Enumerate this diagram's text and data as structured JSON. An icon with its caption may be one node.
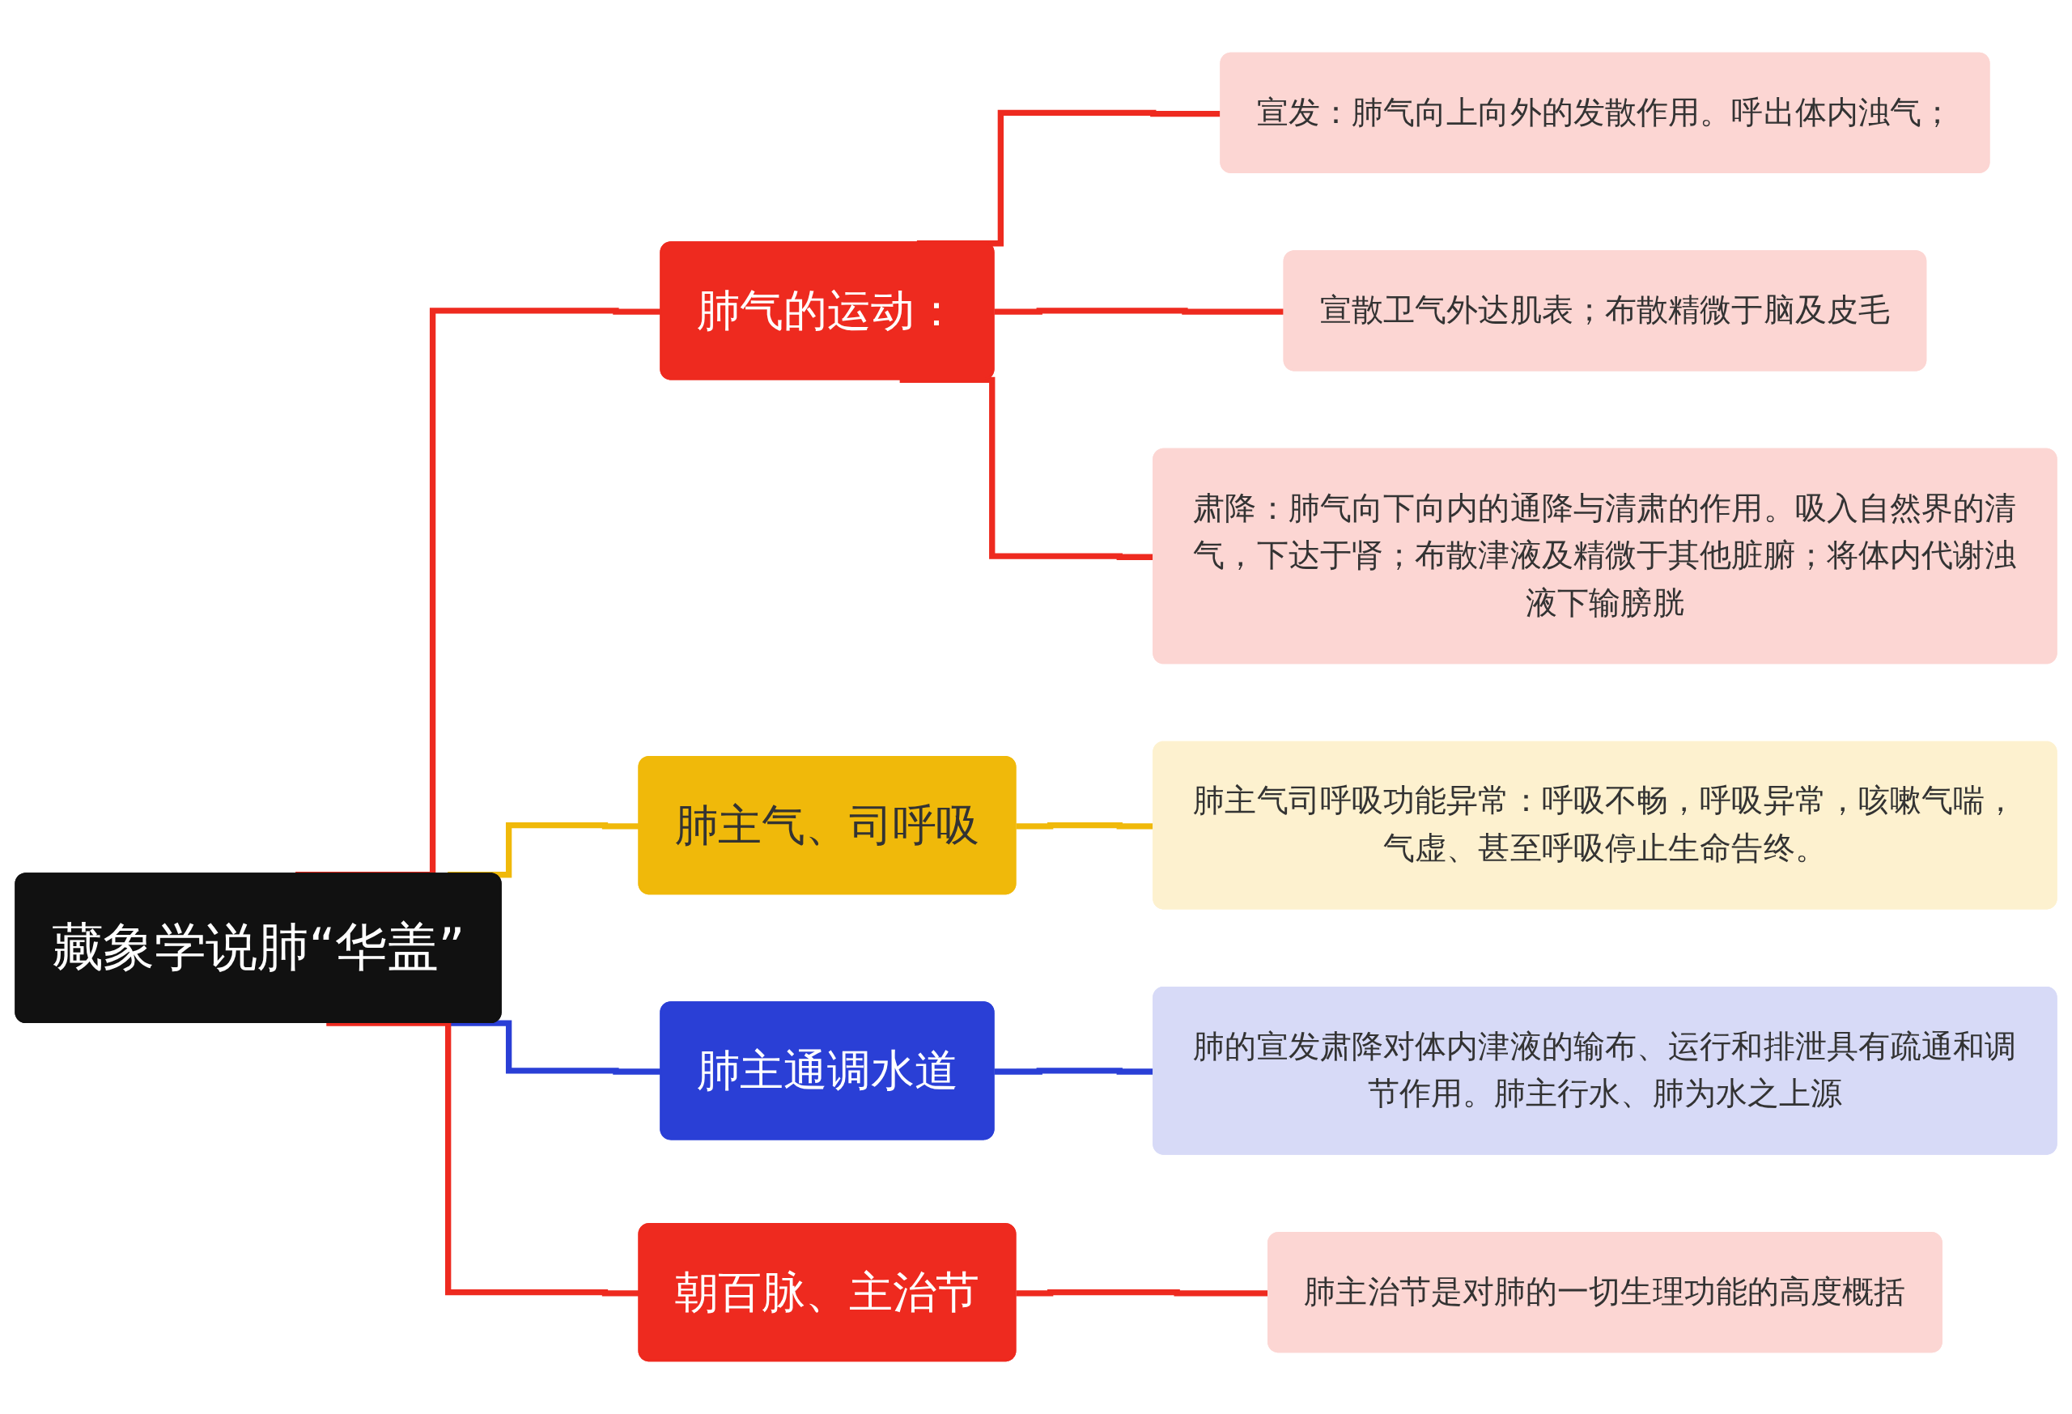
{
  "diagram": {
    "nodes": [
      {
        "text": [
          "藏象学说肺“华盖”"
        ]
      },
      {
        "text": [
          "肺气的运动："
        ]
      },
      {
        "text": [
          "宣发：肺气向上向外的发散作用。呼出体内浊气；"
        ]
      },
      {
        "text": [
          "宣散卫气外达肌表；布散精微于脑及皮毛"
        ]
      },
      {
        "text": [
          "肃降：肺气向下向内的通降与清肃的作用。吸入自然界的清气，下达于肾；布散津液及精微于其他脏腑；将体内代谢浊液下输膀胱"
        ]
      },
      {
        "text": [
          "肺主气、司呼吸"
        ]
      },
      {
        "text": [
          "肺主气司呼吸功能异常：呼吸不畅，呼吸异常，咳嗽气喘，气虚、甚至呼吸停止生命告终。"
        ]
      },
      {
        "text": [
          "肺主通调水道"
        ]
      },
      {
        "text": [
          "肺的宣发肃降对体内津液的输布、运行和排泄具有疏通和调节作用。肺主行水、肺为水之上源"
        ]
      },
      {
        "text": [
          "朝百脉、主治节"
        ]
      },
      {
        "text": [
          "肺主治节是对肺的一切生理功能的高度概括"
        ]
      }
    ],
    "edges": [
      {
        "from": 0,
        "to": 1,
        "arrow": "none"
      },
      {
        "from": 1,
        "to": 2,
        "arrow": "none"
      },
      {
        "from": 1,
        "to": 3,
        "arrow": "none"
      },
      {
        "from": 1,
        "to": 4,
        "arrow": "none"
      },
      {
        "from": 0,
        "to": 5,
        "arrow": "none",
        "color": "#f0b90a"
      },
      {
        "from": 5,
        "to": 6,
        "arrow": "none",
        "color": "#f0b90a"
      },
      {
        "from": 0,
        "to": 7,
        "arrow": "none",
        "color": "#2a3fd6"
      },
      {
        "from": 7,
        "to": 8,
        "arrow": "none",
        "color": "#2a3fd6"
      },
      {
        "from": 0,
        "to": 9,
        "arrow": "none"
      },
      {
        "from": 9,
        "to": 10,
        "arrow": "none"
      }
    ]
  }
}
